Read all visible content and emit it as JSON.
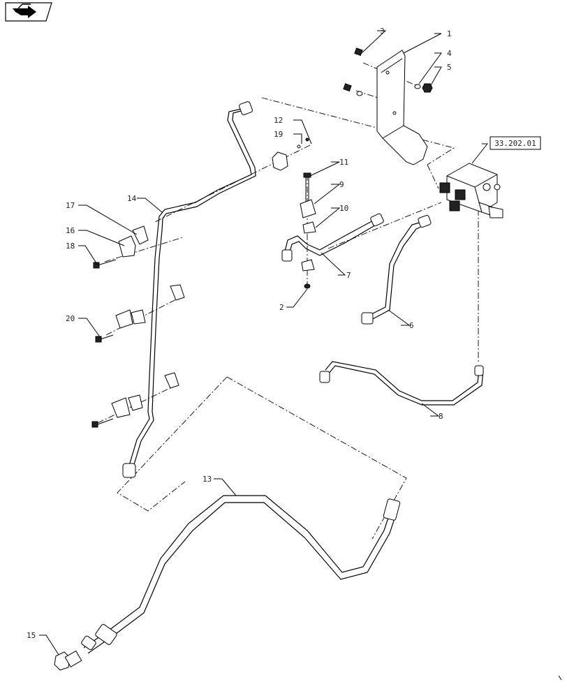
{
  "nav": {
    "icon": "back-arrow-icon"
  },
  "reference": {
    "label": "33.202.01"
  },
  "callouts": [
    {
      "id": "c1",
      "text": "1"
    },
    {
      "id": "c2",
      "text": "2"
    },
    {
      "id": "c3",
      "text": "3"
    },
    {
      "id": "c4",
      "text": "4"
    },
    {
      "id": "c5",
      "text": "5"
    },
    {
      "id": "c6",
      "text": "6"
    },
    {
      "id": "c7",
      "text": "7"
    },
    {
      "id": "c8",
      "text": "8"
    },
    {
      "id": "c9",
      "text": "9"
    },
    {
      "id": "c10",
      "text": "10"
    },
    {
      "id": "c11",
      "text": "11"
    },
    {
      "id": "c12",
      "text": "12"
    },
    {
      "id": "c13",
      "text": "13"
    },
    {
      "id": "c14",
      "text": "14"
    },
    {
      "id": "c15",
      "text": "15"
    },
    {
      "id": "c16",
      "text": "16"
    },
    {
      "id": "c17",
      "text": "17"
    },
    {
      "id": "c18",
      "text": "18"
    },
    {
      "id": "c19",
      "text": "19"
    },
    {
      "id": "c20",
      "text": "20"
    }
  ]
}
